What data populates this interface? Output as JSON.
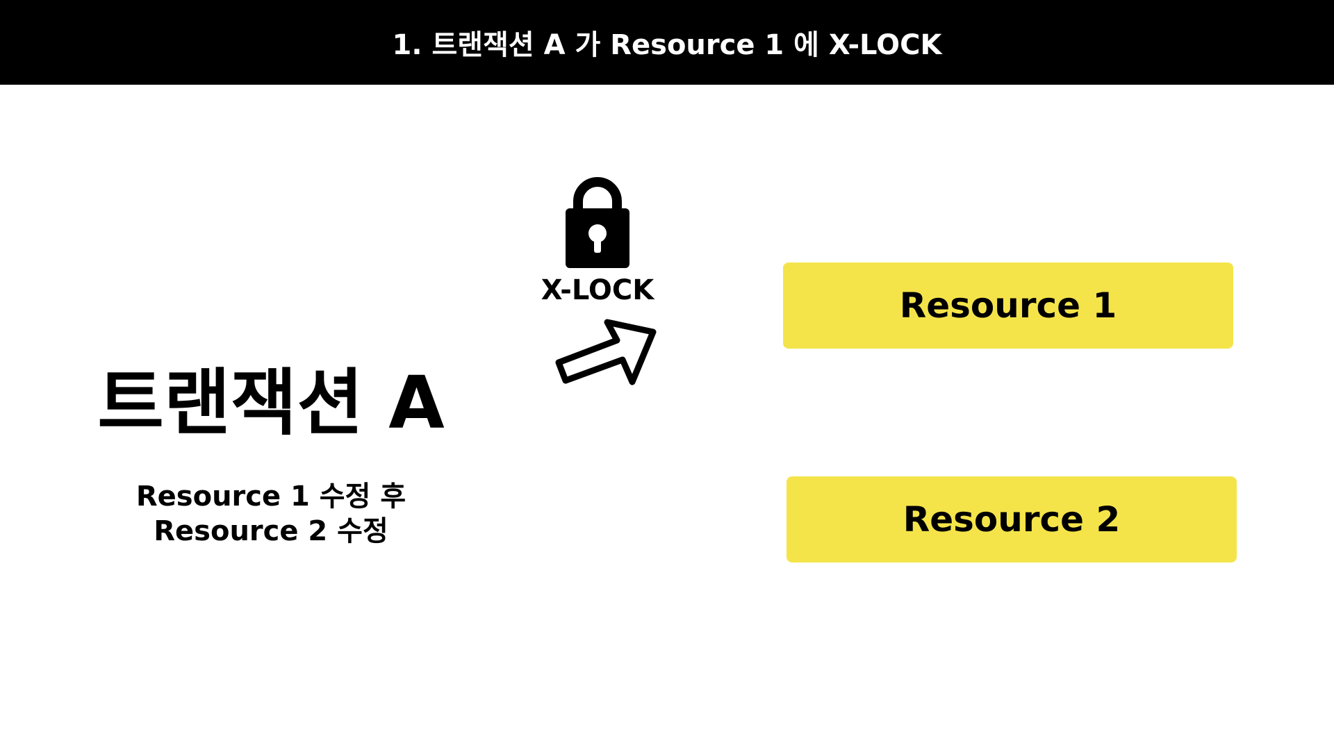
{
  "header": {
    "title": "1. 트랜잭션 A 가 Resource 1 에 X-LOCK"
  },
  "transaction": {
    "name": "트랜잭션 A",
    "description_lines": [
      "Resource 1 수정 후",
      "Resource 2 수정"
    ]
  },
  "lock": {
    "icon": "padlock-icon",
    "label": "X-LOCK"
  },
  "arrow": {
    "icon": "arrow-up-right-icon"
  },
  "resources": [
    {
      "label": "Resource 1"
    },
    {
      "label": "Resource 2"
    }
  ],
  "colors": {
    "header_background": "#000000",
    "header_text": "#ffffff",
    "resource_fill": "#f4e44a",
    "text": "#000000"
  }
}
